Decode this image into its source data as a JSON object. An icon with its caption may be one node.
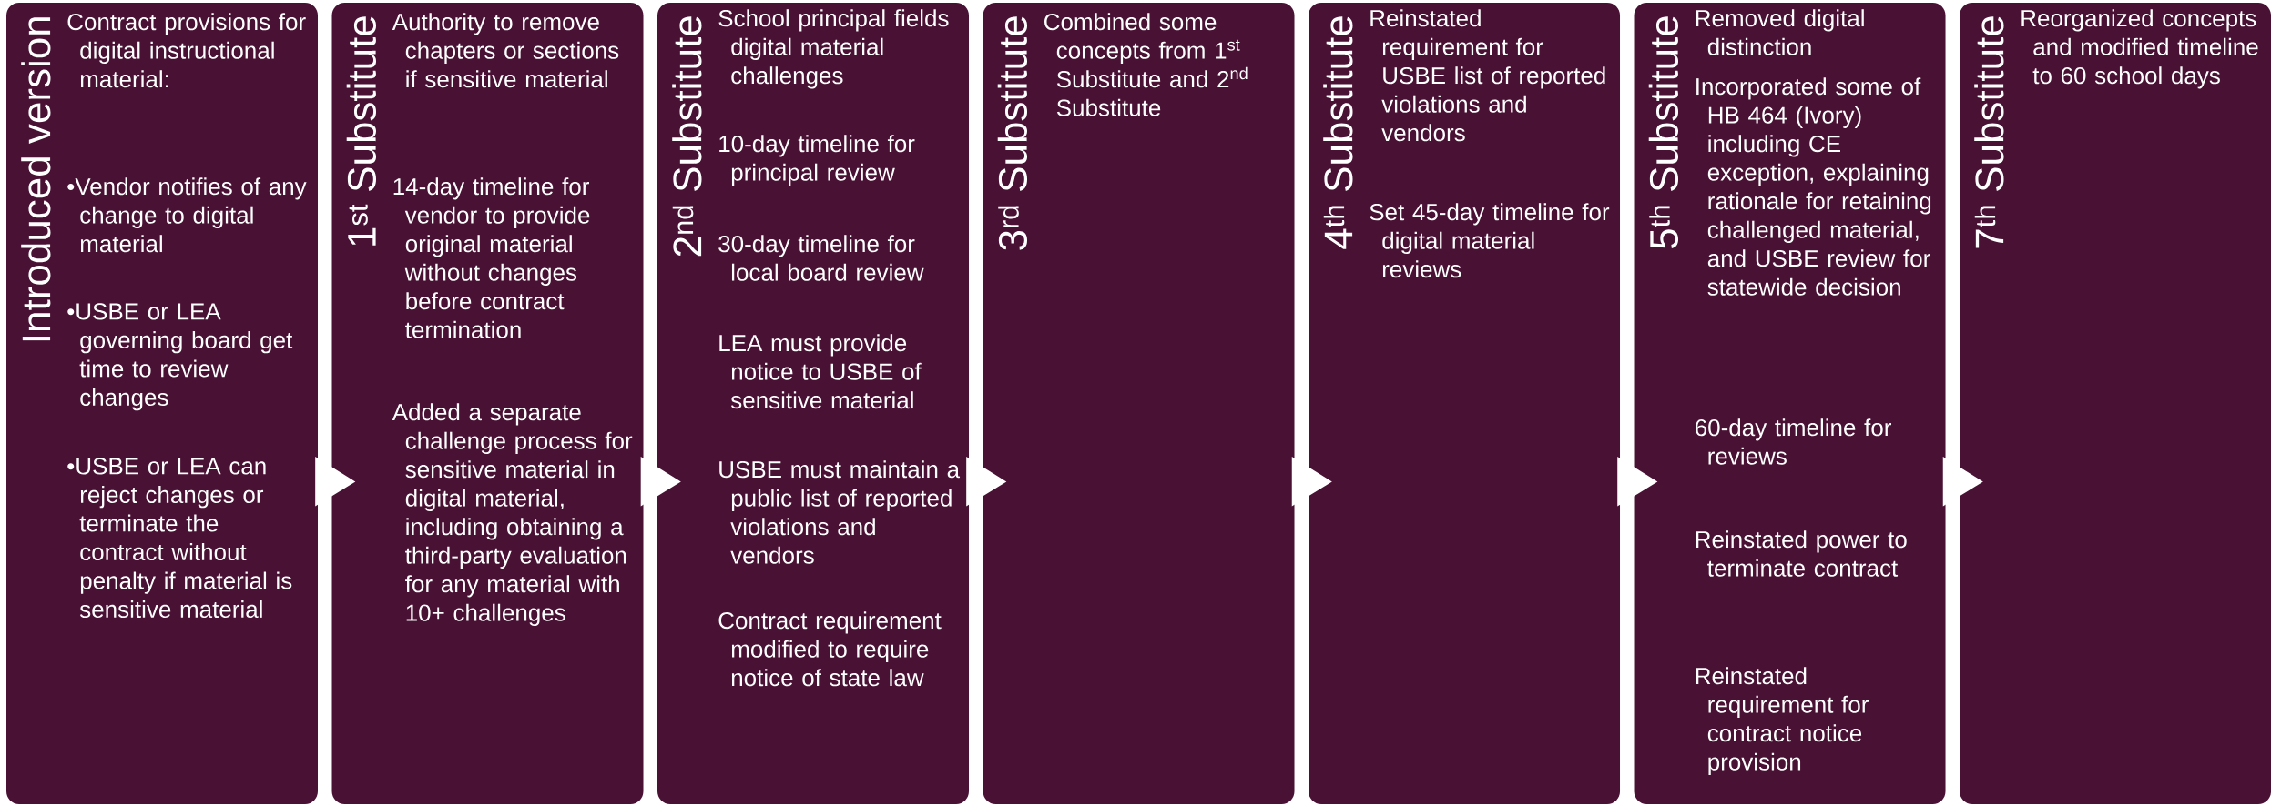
{
  "diagram": {
    "nodes": [
      {
        "text": [
          "Introduced version",
          "Contract provisions for digital instructional material:",
          "•Vendor notifies of any change to digital material",
          "•USBE or LEA governing board get time to review changes",
          "•USBE or LEA can reject changes or terminate the contract without penalty if material is sensitive material"
        ]
      },
      {
        "text": [
          "1$^{st}$ Substitute",
          "Authority to remove chapters or sections if sensitive material",
          "14-day timeline for vendor to provide original material without changes before contract termination",
          "Added a separate challenge process for sensitive material in digital material, including obtaining a third-party evaluation for any material with 10+ challenges"
        ]
      },
      {
        "text": [
          "2$^{nd}$ Substitute",
          "School principal fields digital material challenges",
          "10-day timeline for principal review",
          "30-day timeline for local board review",
          "LEA must provide notice to USBE of sensitive material",
          "USBE must maintain a public list of reported violations and vendors",
          "Contract requirement modified to require notice of state law"
        ]
      },
      {
        "text": [
          "3$^{rd}$ Substitute",
          "Combined some concepts from 1$^{st}$ Substitute and 2$^{nd}$ Substitute"
        ]
      },
      {
        "text": [
          "4$^{th}$ Substitute",
          "Reinstated requirement for USBE list of reported violations and vendors",
          "Set 45-day timeline for digital material reviews"
        ]
      },
      {
        "text": [
          "5$^{th}$ Substitute",
          "Removed digital distinction",
          "Incorporated some of HB 464 (Ivory) including CE exception, explaining rationale for retaining challenged material, and USBE review for statewide decision",
          "60-day timeline for reviews",
          "Reinstated power to terminate contract",
          "Reinstated requirement for contract notice provision"
        ]
      },
      {
        "text": [
          "7$^{th}$ Substitute",
          "Reorganized concepts and modified timeline to 60 school days"
        ]
      }
    ],
    "edges": [
      {
        "from": 0,
        "to": 1,
        "arrow": "to"
      },
      {
        "from": 1,
        "to": 2,
        "arrow": "to"
      },
      {
        "from": 2,
        "to": 3,
        "arrow": "to"
      },
      {
        "from": 3,
        "to": 4,
        "arrow": "to"
      },
      {
        "from": 4,
        "to": 5,
        "arrow": "to"
      },
      {
        "from": 5,
        "to": 6,
        "arrow": "to"
      }
    ]
  }
}
